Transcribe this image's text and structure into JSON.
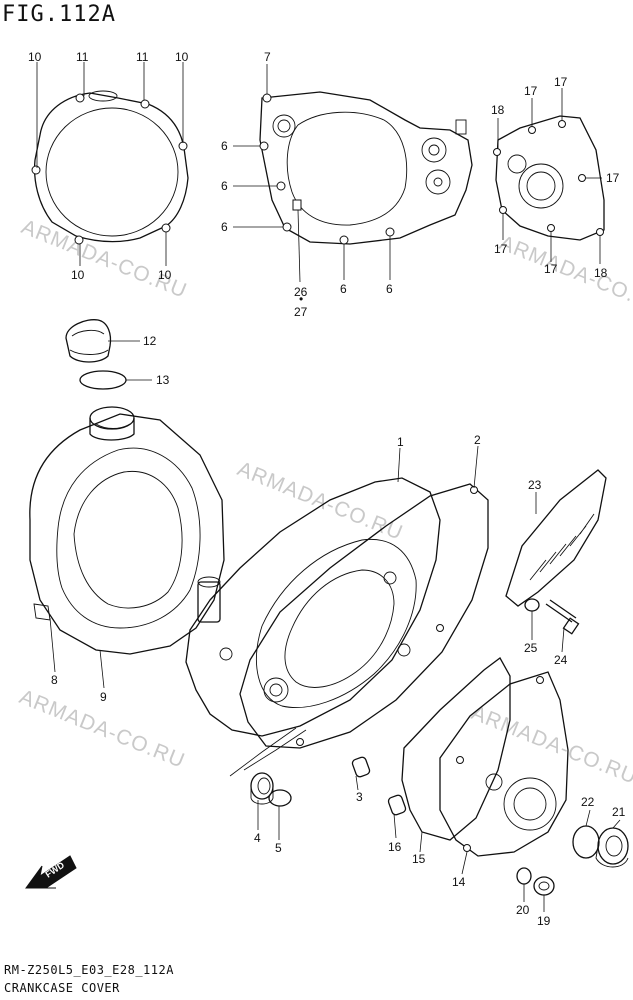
{
  "figure_title": "FIG.112A",
  "footer": {
    "code": "RM-Z250L5_E03_E28_112A",
    "caption": "CRANKCASE COVER"
  },
  "watermark": "ARMADA-CO.RU",
  "callouts": [
    {
      "id": "c10a",
      "text": "10"
    },
    {
      "id": "c11a",
      "text": "11"
    },
    {
      "id": "c11b",
      "text": "11"
    },
    {
      "id": "c10b",
      "text": "10"
    },
    {
      "id": "c10c",
      "text": "10"
    },
    {
      "id": "c10d",
      "text": "10"
    },
    {
      "id": "c7",
      "text": "7"
    },
    {
      "id": "c6a",
      "text": "6"
    },
    {
      "id": "c6b",
      "text": "6"
    },
    {
      "id": "c6c",
      "text": "6"
    },
    {
      "id": "c26",
      "text": "26"
    },
    {
      "id": "c27",
      "text": "27"
    },
    {
      "id": "c6d",
      "text": "6"
    },
    {
      "id": "c6e",
      "text": "6"
    },
    {
      "id": "c17a",
      "text": "17"
    },
    {
      "id": "c17b",
      "text": "17"
    },
    {
      "id": "c18a",
      "text": "18"
    },
    {
      "id": "c17c",
      "text": "17"
    },
    {
      "id": "c17d",
      "text": "17"
    },
    {
      "id": "c17e",
      "text": "17"
    },
    {
      "id": "c18b",
      "text": "18"
    },
    {
      "id": "c12",
      "text": "12"
    },
    {
      "id": "c13",
      "text": "13"
    },
    {
      "id": "c1",
      "text": "1"
    },
    {
      "id": "c2",
      "text": "2"
    },
    {
      "id": "c23",
      "text": "23"
    },
    {
      "id": "c25",
      "text": "25"
    },
    {
      "id": "c24",
      "text": "24"
    },
    {
      "id": "c8",
      "text": "8"
    },
    {
      "id": "c9",
      "text": "9"
    },
    {
      "id": "c3",
      "text": "3"
    },
    {
      "id": "c4",
      "text": "4"
    },
    {
      "id": "c5",
      "text": "5"
    },
    {
      "id": "c16",
      "text": "16"
    },
    {
      "id": "c15",
      "text": "15"
    },
    {
      "id": "c14",
      "text": "14"
    },
    {
      "id": "c22",
      "text": "22"
    },
    {
      "id": "c21",
      "text": "21"
    },
    {
      "id": "c20",
      "text": "20"
    },
    {
      "id": "c19",
      "text": "19"
    }
  ]
}
